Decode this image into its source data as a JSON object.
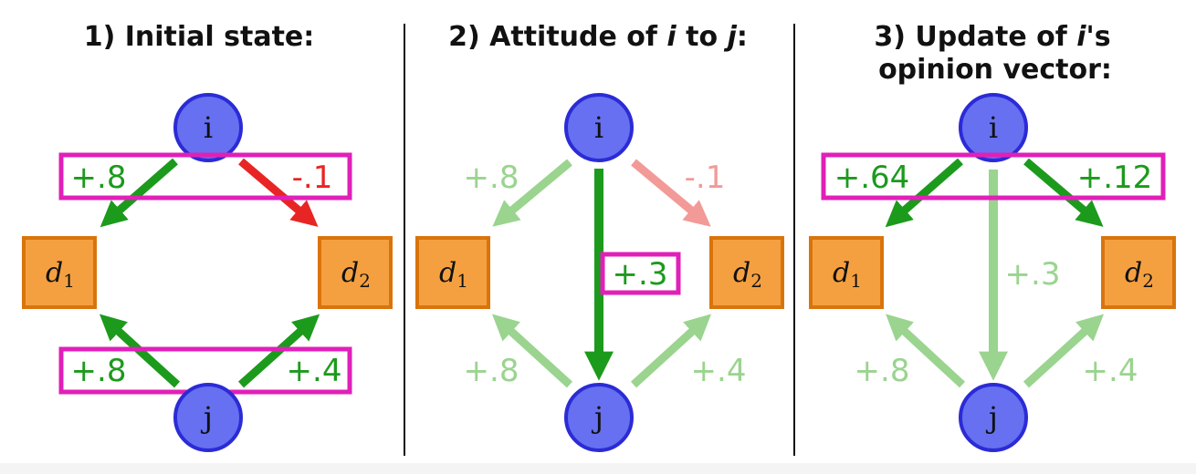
{
  "colors": {
    "node_fill": "#6670f0",
    "node_stroke": "#2b2bd6",
    "doc_fill": "#f5a040",
    "doc_stroke": "#d9740c",
    "strong_green": "#1c9a1c",
    "faint_green": "#9ad48f",
    "strong_red": "#e82525",
    "faint_red": "#f29a98",
    "highlight_box": "#e020b8",
    "divider": "#111111"
  },
  "icons": {
    "agent": "circle-node",
    "document": "square-node",
    "arrow": "arrow-head-line"
  },
  "panels": [
    {
      "title_lines": [
        [
          {
            "text": "1) Initial state:",
            "italic": false
          }
        ]
      ],
      "nodes": {
        "i": "i",
        "j": "j",
        "d1": "d",
        "d1_sub": "1",
        "d2": "d",
        "d2_sub": "2"
      },
      "labels": {
        "i_d1": "+.8",
        "i_d2": "-.1",
        "j_d1": "+.8",
        "j_d2": "+.4",
        "i_j": "",
        "update_d1": "",
        "update_d2": ""
      }
    },
    {
      "title_lines": [
        [
          {
            "text": "2) Attitude of ",
            "italic": false
          },
          {
            "text": "i",
            "italic": true
          },
          {
            "text": " to ",
            "italic": false
          },
          {
            "text": "j",
            "italic": true
          },
          {
            "text": ":",
            "italic": false
          }
        ]
      ],
      "nodes": {
        "i": "i",
        "j": "j",
        "d1": "d",
        "d1_sub": "1",
        "d2": "d",
        "d2_sub": "2"
      },
      "labels": {
        "i_d1": "+.8",
        "i_d2": "-.1",
        "j_d1": "+.8",
        "j_d2": "+.4",
        "i_j": "+.3",
        "update_d1": "",
        "update_d2": ""
      }
    },
    {
      "title_lines": [
        [
          {
            "text": "3) Update of ",
            "italic": false
          },
          {
            "text": "i",
            "italic": true
          },
          {
            "text": "'s",
            "italic": false
          }
        ],
        [
          {
            "text": "opinion vector:",
            "italic": false
          }
        ]
      ],
      "nodes": {
        "i": "i",
        "j": "j",
        "d1": "d",
        "d1_sub": "1",
        "d2": "d",
        "d2_sub": "2"
      },
      "labels": {
        "i_d1": "",
        "i_d2": "",
        "j_d1": "+.8",
        "j_d2": "+.4",
        "i_j": "+.3",
        "update_d1": "+.64",
        "update_d2": "+.12"
      }
    }
  ]
}
